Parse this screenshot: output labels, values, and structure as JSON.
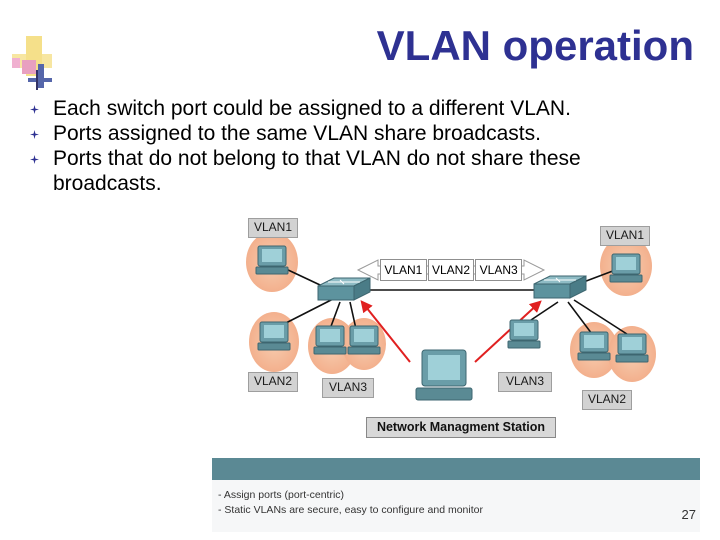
{
  "title": "VLAN operation",
  "bullets": [
    "Each switch port could be assigned to a different VLAN.",
    "Ports assigned to the same VLAN share broadcasts.",
    "Ports that do not belong to that VLAN do not share these broadcasts."
  ],
  "diagram": {
    "labels": {
      "top_left": "VLAN1",
      "top_right": "VLAN1",
      "mid_left": "VLAN2",
      "mid_center": "VLAN3",
      "mid_right": "VLAN3",
      "bottom_right": "VLAN2"
    },
    "trunk_labels": [
      "VLAN1",
      "VLAN2",
      "VLAN3"
    ],
    "station_label": "Network Managment Station"
  },
  "notes": [
    "- Assign ports (port-centric)",
    "- Static VLANs are secure, easy to configure and monitor"
  ],
  "page_number": "27",
  "colors": {
    "title": "#2e3192",
    "link_arrow": "#e02020",
    "bottom_band": "#5b8994"
  }
}
